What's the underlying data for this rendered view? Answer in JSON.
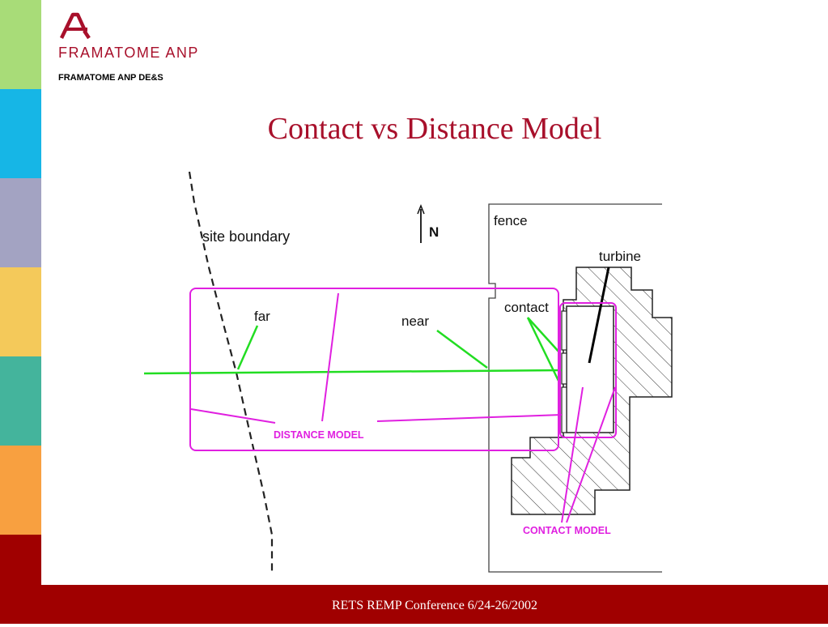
{
  "brand": {
    "name": "FRAMATOME ANP",
    "division": "FRAMATOME ANP DE&S",
    "color": "#a8102b"
  },
  "stripes": [
    "#a8dc78",
    "#16b6e6",
    "#a3a3c2",
    "#f4c95a",
    "#44b49c",
    "#f8a040",
    "#a00000"
  ],
  "slide": {
    "title": "Contact vs Distance Model"
  },
  "diagram": {
    "labels": {
      "site_boundary": "site boundary",
      "north": "N",
      "fence": "fence",
      "turbine": "turbine",
      "far": "far",
      "near": "near",
      "contact": "contact",
      "distance_model": "DISTANCE MODEL",
      "contact_model": "CONTACT MODEL"
    },
    "colors": {
      "model_box": "#e020e0",
      "receptor_line": "#22dd22"
    }
  },
  "footer": {
    "text": "RETS REMP Conference  6/24-26/2002"
  }
}
